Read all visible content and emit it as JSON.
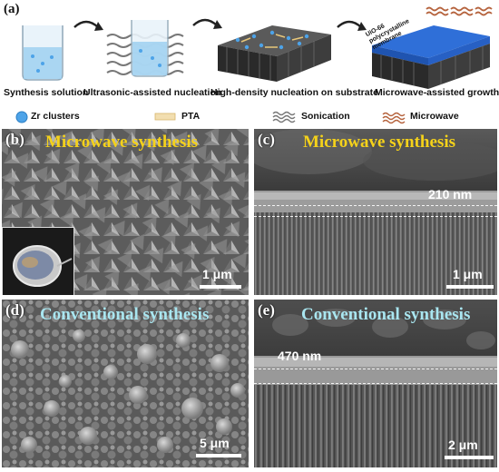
{
  "panel_a": {
    "label": "(a)",
    "steps": [
      "Synthesis solution",
      "Ultrasonic-assisted nucleation",
      "High-density nucleation on substrate",
      "Microwave-assisted growth"
    ],
    "membrane_annotation": [
      "UiO-66",
      "polycrystalline",
      "membrane"
    ],
    "legend": [
      "Zr clusters",
      "PTA",
      "Sonication",
      "Microwave"
    ],
    "colors": {
      "zr_cluster": "#4da3e8",
      "pta": "#e8c77a",
      "microwave": "#b5623c",
      "membrane": "#2f6fd8",
      "substrate": "#2a2a2a"
    }
  },
  "panels": {
    "b": {
      "label": "(b)",
      "title": "Microwave synthesis",
      "scale": "1 μm"
    },
    "c": {
      "label": "(c)",
      "title": "Microwave synthesis",
      "scale": "1 μm",
      "thickness": "210 nm"
    },
    "d": {
      "label": "(d)",
      "title": "Conventional synthesis",
      "scale": "5 μm"
    },
    "e": {
      "label": "(e)",
      "title": "Conventional synthesis",
      "scale": "2 μm",
      "thickness": "470 nm"
    }
  }
}
